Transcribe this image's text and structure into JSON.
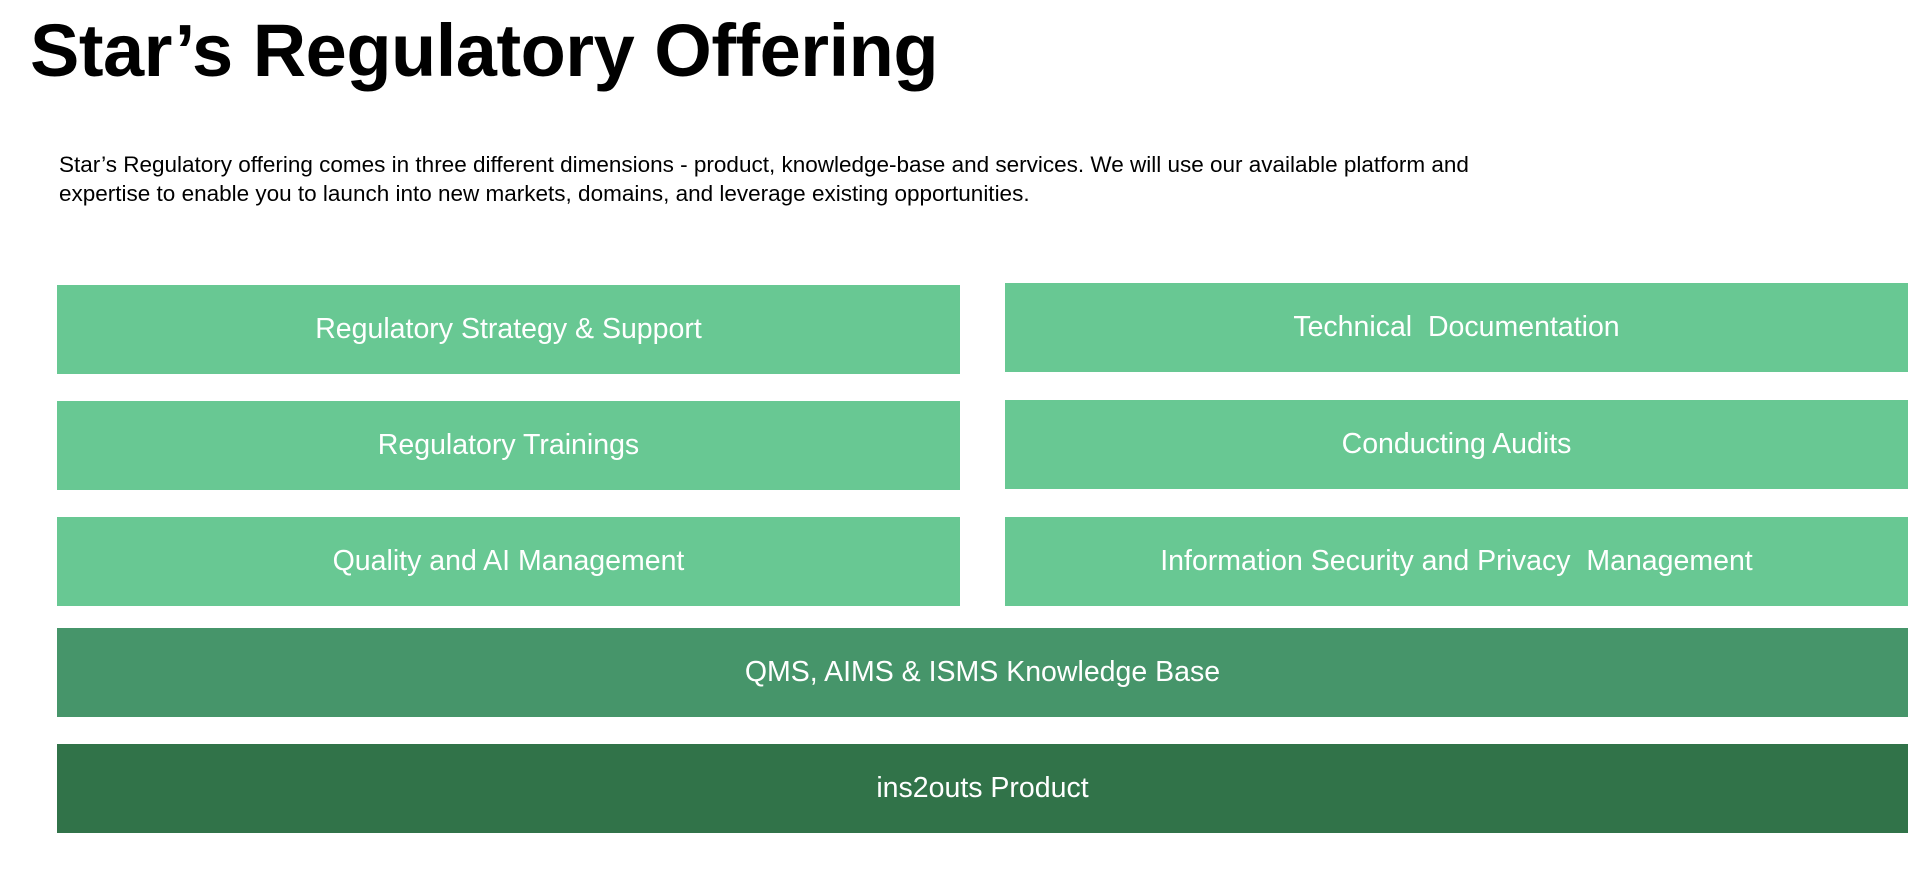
{
  "title": "Star’s Regulatory Offering",
  "intro": {
    "line1": "Star’s Regulatory offering comes in three different dimensions - product, knowledge-base and services. We will use our available platform and",
    "line2": "expertise to enable you to launch into new markets, domains, and leverage existing opportunities."
  },
  "offerings": {
    "regulatory_strategy": "Regulatory Strategy & Support",
    "technical_documentation": "Technical  Documentation",
    "regulatory_trainings": "Regulatory Trainings",
    "conducting_audits": "Conducting Audits",
    "quality_ai_management": "Quality and AI Management",
    "infosec_privacy_management": "Information Security and Privacy  Management",
    "knowledge_base": "QMS, AIMS & ISMS Knowledge Base",
    "product": "ins2outs Product"
  },
  "colors": {
    "services": "#68c893",
    "knowledge_base": "#46956a",
    "product": "#317349",
    "text_on_box": "#ffffff"
  }
}
